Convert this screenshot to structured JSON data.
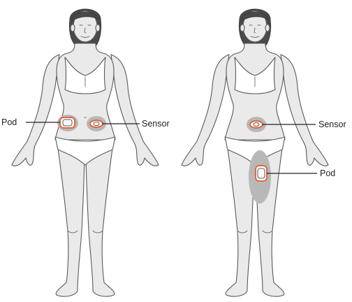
{
  "labels": {
    "left_pod": "Pod",
    "left_sensor": "Sensor",
    "right_sensor": "Sensor",
    "right_pod": "Pod"
  },
  "colors": {
    "skin": "#eaeaea",
    "outline": "#5a5a5a",
    "hair": "#4a4a4a",
    "site_zone": "#b8b8b8",
    "device_ring": "#e2673c"
  }
}
